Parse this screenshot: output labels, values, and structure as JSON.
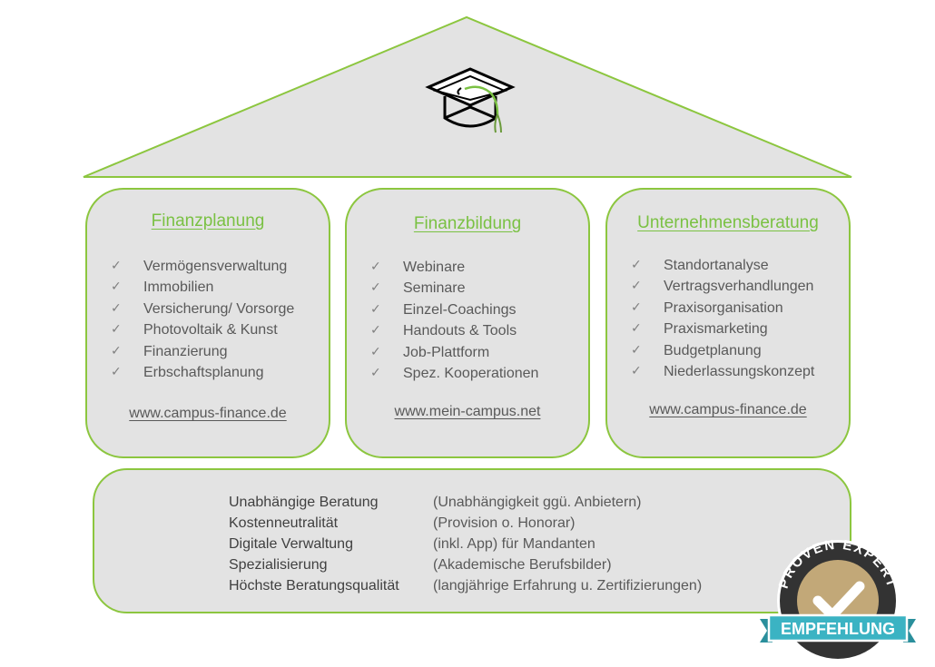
{
  "pillars": [
    {
      "title": "Finanzplanung",
      "items": [
        "Vermögensverwaltung",
        "Immobilien",
        "Versicherung/ Vorsorge",
        "Photovoltaik & Kunst",
        "Finanzierung",
        "Erbschaftsplanung"
      ],
      "url": "www.campus-finance.de"
    },
    {
      "title": "Finanzbildung",
      "items": [
        "Webinare",
        "Seminare",
        "Einzel-Coachings",
        "Handouts & Tools",
        "Job-Plattform",
        "Spez. Kooperationen"
      ],
      "url": "www.mein-campus.net"
    },
    {
      "title": "Unternehmensberatung",
      "items": [
        "Standortanalyse",
        "Vertragsverhandlungen",
        "Praxisorganisation",
        "Praxismarketing",
        "Budgetplanung",
        "Niederlassungskonzept"
      ],
      "url": "www.campus-finance.de"
    }
  ],
  "check_glyph": "✓",
  "foundation": [
    {
      "label": "Unabhängige Beratung",
      "detail": "(Unabhängigkeit ggü. Anbietern)"
    },
    {
      "label": "Kostenneutralität",
      "detail": "(Provision o. Honorar)"
    },
    {
      "label": "Digitale Verwaltung",
      "detail": "(inkl. App) für Mandanten"
    },
    {
      "label": "Spezialisierung",
      "detail": "(Akademische Berufsbilder)"
    },
    {
      "label": "Höchste Beratungsqualität",
      "detail": "(langjährige Erfahrung u. Zertifizierungen)"
    }
  ],
  "badge": {
    "arc_text": "PROVEN EXPERT",
    "ribbon_text": "EMPFEHLUNG"
  },
  "icons": {
    "roof_icon": "graduation-cap-icon",
    "badge_icon": "checkmark-icon"
  },
  "colors": {
    "accent_green": "#8cc63f",
    "title_green": "#7ac143",
    "panel_gray": "#e3e3e3",
    "badge_gold": "#c2a878",
    "badge_ribbon": "#3bb3c3"
  }
}
